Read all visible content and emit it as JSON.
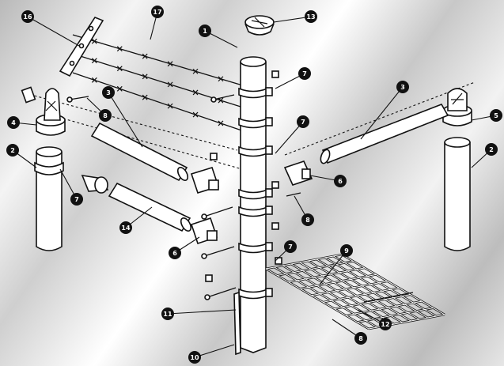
{
  "callouts": [
    "1",
    "2",
    "2",
    "3",
    "3",
    "4",
    "5",
    "6",
    "6",
    "7",
    "7",
    "7",
    "7",
    "8",
    "8",
    "8",
    "9",
    "10",
    "11",
    "12",
    "13",
    "14",
    "16",
    "17"
  ]
}
